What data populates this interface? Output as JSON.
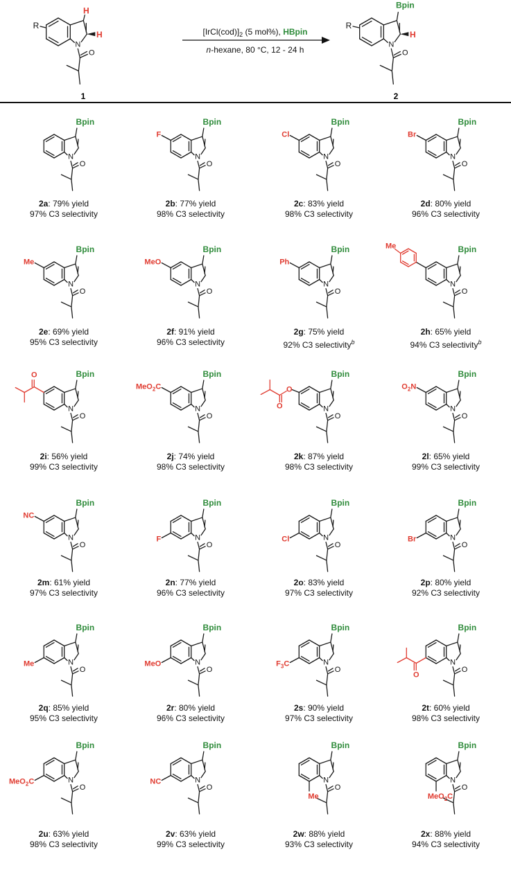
{
  "colors": {
    "bond": "#1a1a1a",
    "boryl": "#2e8b3a",
    "substituent": "#e03a2f"
  },
  "scheme": {
    "reagents": "[IrCl(cod)]",
    "reagents_sub": "2",
    "reagents_mid": " (5 mol%), ",
    "reagents_hbpin": "HBpin",
    "conditions_italic": "n",
    "conditions": "-hexane, 80 °C, 12 - 24 h",
    "substrate_label": "1",
    "product_label": "2",
    "r_group": "R",
    "h_label": "H",
    "bpin": "Bpin",
    "n_label": "N",
    "o_label": "O"
  },
  "yield_suffix": "% yield",
  "selectivity_suffix": "% C3 selectivity",
  "compounds": [
    {
      "id": "2a",
      "yield": "79",
      "selectivity": "97",
      "note": "",
      "sub": "",
      "pos": "none"
    },
    {
      "id": "2b",
      "yield": "77",
      "selectivity": "98",
      "note": "",
      "sub": "F",
      "pos": "c5"
    },
    {
      "id": "2c",
      "yield": "83",
      "selectivity": "98",
      "note": "",
      "sub": "Cl",
      "pos": "c5"
    },
    {
      "id": "2d",
      "yield": "80",
      "selectivity": "96",
      "note": "",
      "sub": "Br",
      "pos": "c5"
    },
    {
      "id": "2e",
      "yield": "69",
      "selectivity": "95",
      "note": "",
      "sub": "Me",
      "pos": "c5"
    },
    {
      "id": "2f",
      "yield": "91",
      "selectivity": "96",
      "note": "",
      "sub": "MeO",
      "pos": "c5"
    },
    {
      "id": "2g",
      "yield": "75",
      "selectivity": "92",
      "note": "b",
      "sub": "Ph",
      "pos": "c5"
    },
    {
      "id": "2h",
      "yield": "65",
      "selectivity": "94",
      "note": "b",
      "sub": "Me",
      "pos": "c5-tolyl"
    },
    {
      "id": "2i",
      "yield": "56",
      "selectivity": "99",
      "note": "",
      "sub": "O",
      "pos": "c5-acyl"
    },
    {
      "id": "2j",
      "yield": "74",
      "selectivity": "98",
      "note": "",
      "sub": "MeO2C",
      "pos": "c5"
    },
    {
      "id": "2k",
      "yield": "87",
      "selectivity": "98",
      "note": "",
      "sub": "O",
      "pos": "c5-ester"
    },
    {
      "id": "2l",
      "yield": "65",
      "selectivity": "99",
      "note": "",
      "sub": "O2N",
      "pos": "c5"
    },
    {
      "id": "2m",
      "yield": "61",
      "selectivity": "97",
      "note": "",
      "sub": "NC",
      "pos": "c5"
    },
    {
      "id": "2n",
      "yield": "77",
      "selectivity": "96",
      "note": "",
      "sub": "F",
      "pos": "c6"
    },
    {
      "id": "2o",
      "yield": "83",
      "selectivity": "97",
      "note": "",
      "sub": "Cl",
      "pos": "c6"
    },
    {
      "id": "2p",
      "yield": "80",
      "selectivity": "92",
      "note": "",
      "sub": "Br",
      "pos": "c6"
    },
    {
      "id": "2q",
      "yield": "85",
      "selectivity": "95",
      "note": "",
      "sub": "Me",
      "pos": "c6"
    },
    {
      "id": "2r",
      "yield": "80",
      "selectivity": "96",
      "note": "",
      "sub": "MeO",
      "pos": "c6"
    },
    {
      "id": "2s",
      "yield": "90",
      "selectivity": "97",
      "note": "",
      "sub": "F3C",
      "pos": "c6"
    },
    {
      "id": "2t",
      "yield": "60",
      "selectivity": "98",
      "note": "",
      "sub": "O",
      "pos": "c6-acyl"
    },
    {
      "id": "2u",
      "yield": "63",
      "selectivity": "98",
      "note": "",
      "sub": "MeO2C",
      "pos": "c6"
    },
    {
      "id": "2v",
      "yield": "63",
      "selectivity": "99",
      "note": "",
      "sub": "NC",
      "pos": "c6"
    },
    {
      "id": "2w",
      "yield": "88",
      "selectivity": "93",
      "note": "",
      "sub": "Me",
      "pos": "c7"
    },
    {
      "id": "2x",
      "yield": "88",
      "selectivity": "94",
      "note": "",
      "sub": "MeO2C",
      "pos": "c7"
    }
  ]
}
